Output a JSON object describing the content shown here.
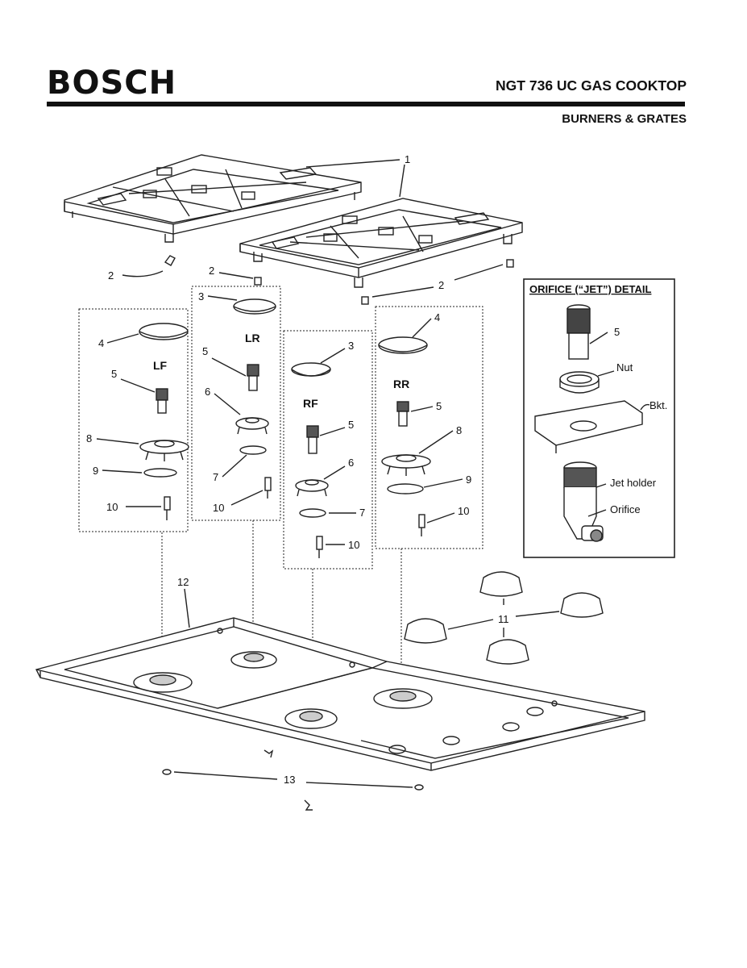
{
  "header": {
    "brand": "BOSCH",
    "model": "NGT 736 UC GAS COOKTOP",
    "section": "BURNERS & GRATES"
  },
  "burner_groups": {
    "lf": {
      "position": "LF",
      "parts": [
        "4",
        "5",
        "8",
        "9",
        "10"
      ]
    },
    "lr": {
      "position": "LR",
      "parts": [
        "3",
        "5",
        "6",
        "7",
        "10"
      ]
    },
    "rf": {
      "position": "RF",
      "parts": [
        "3",
        "5",
        "6",
        "7",
        "10"
      ]
    },
    "rr": {
      "position": "RR",
      "parts": [
        "4",
        "5",
        "8",
        "9",
        "10"
      ]
    }
  },
  "callouts": {
    "grates": "1",
    "grate_foot_left": "2",
    "grate_foot_mid": "2",
    "grate_foot_right": "2",
    "knobs": "11",
    "cooktop": "12",
    "clips": "13"
  },
  "orifice_detail": {
    "title": "ORIFICE (“JET”) DETAIL",
    "part": "5",
    "nut": "Nut",
    "bracket": "Bkt.",
    "jet_holder": "Jet holder",
    "orifice": "Orifice"
  }
}
